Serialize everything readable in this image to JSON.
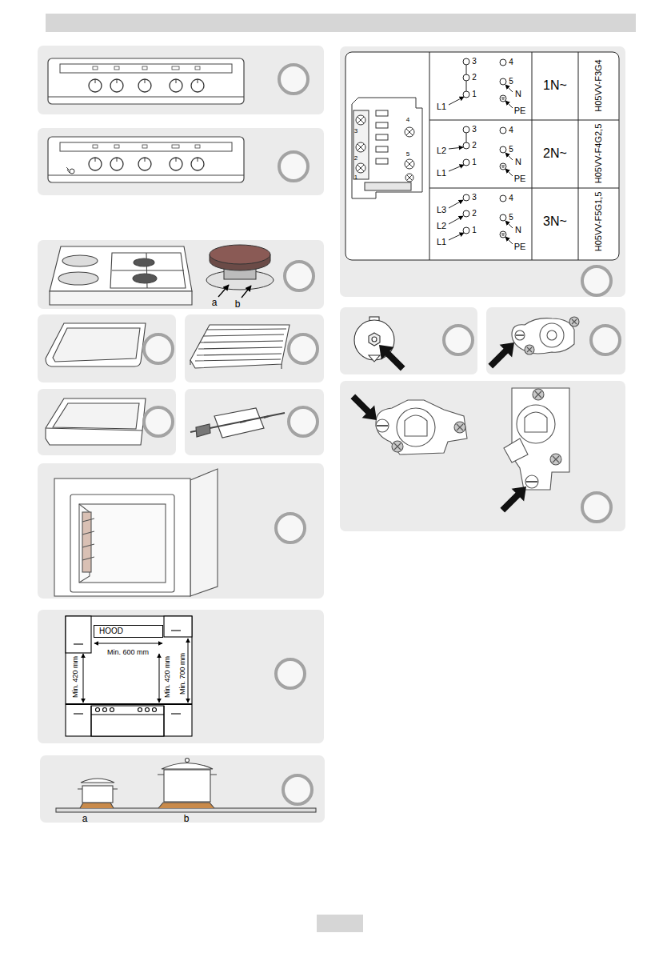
{
  "diagram": {
    "nodes": [
      {
        "text": [
          "HOOD"
        ]
      }
    ],
    "labels": [
      "a",
      "b",
      "Min. 600 mm",
      "Min. 420 mm",
      "Min. 420 mm",
      "Min. 700 mm",
      "a",
      "b",
      "4",
      "3",
      "2",
      "1",
      "5",
      "3",
      "4",
      "2",
      "5",
      "N",
      "1",
      "L1",
      "PE",
      "1N~",
      "H05VV-F3G4",
      "3",
      "4",
      "2",
      "L2",
      "5",
      "N",
      "1",
      "L1",
      "PE",
      "2N~",
      "H05VV-F4G2,5",
      "3",
      "4",
      "L3",
      "2",
      "L2",
      "5",
      "N",
      "1",
      "L1",
      "PE",
      "3N~",
      "H05VV-F5G1,5"
    ]
  }
}
